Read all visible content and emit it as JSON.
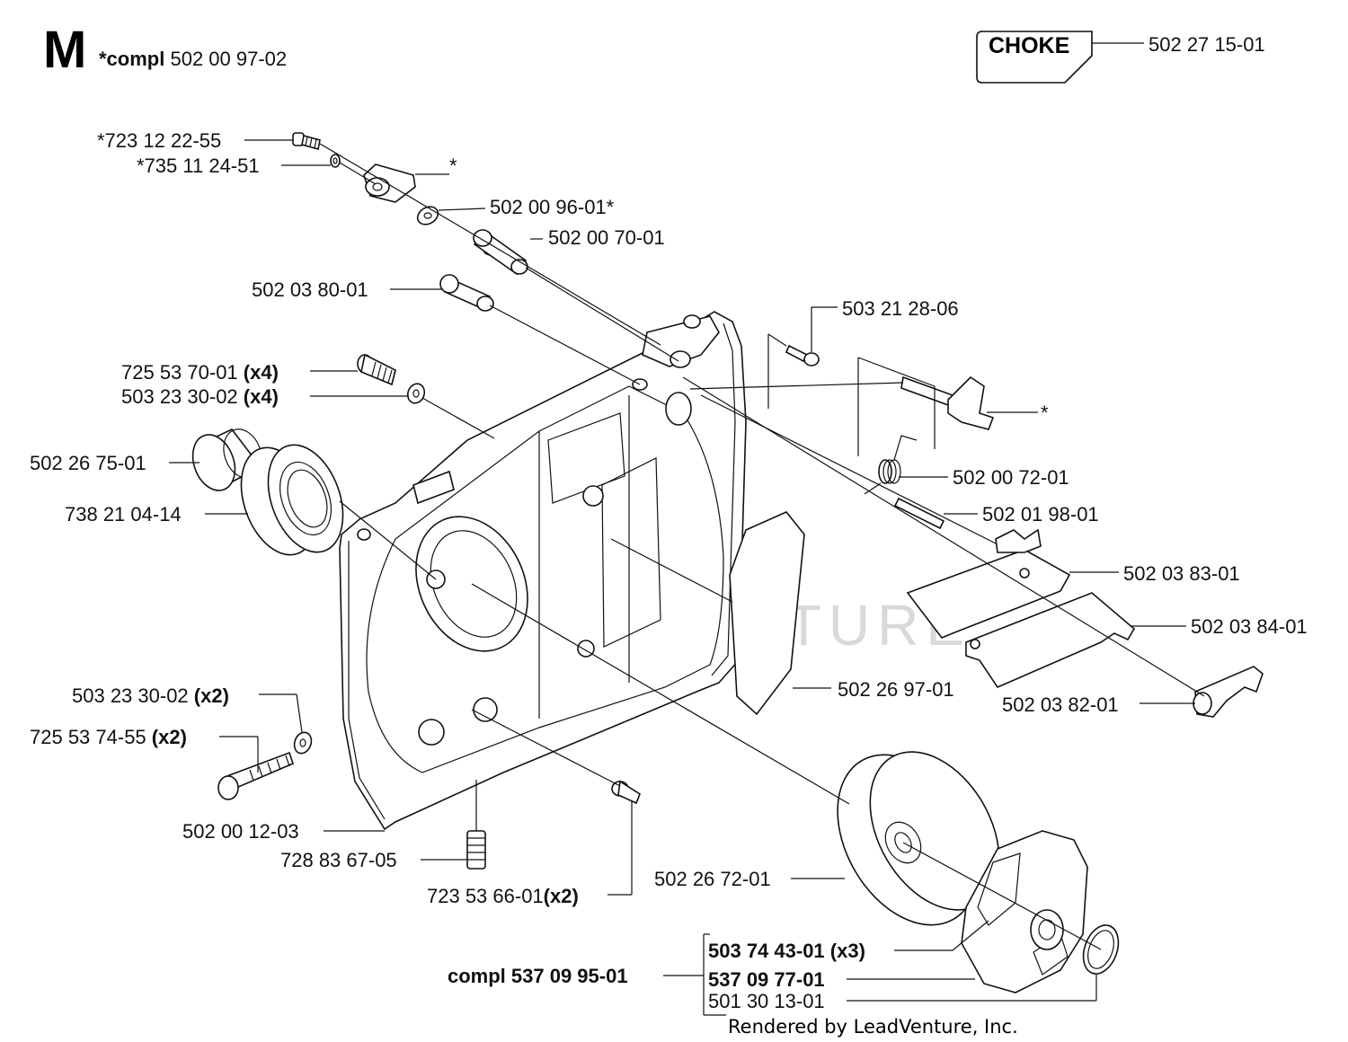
{
  "header": {
    "section_letter": "M",
    "compl_prefix": "*compl",
    "compl_number": "502 00 97-02"
  },
  "choke": {
    "label": "CHOKE",
    "part": "502 27 15-01"
  },
  "labels": {
    "l1": "*723 12 22-55",
    "l2": "*735 11 24-51",
    "star1": "*",
    "l3": "502 00 96-01*",
    "l4": "502 00 70-01",
    "l5": "502 03 80-01",
    "l6": "503 21 28-06",
    "l7_num": "725 53 70-01 ",
    "l7_qty": "(x4)",
    "l8_num": "503 23 30-02 ",
    "l8_qty": "(x4)",
    "star2": "*",
    "l9": "502 26 75-01",
    "l10": "502 00 72-01",
    "l11": "738 21 04-14",
    "l12": "502 01 98-01",
    "l13": "502 03 83-01",
    "l14": "502 03 84-01",
    "l15": "502 26 97-01",
    "l16": "502 03 82-01",
    "l17_num": "503 23 30-02 ",
    "l17_qty": "(x2)",
    "l18_num": "725 53 74-55 ",
    "l18_qty": "(x2)",
    "l19": "502 00 12-03",
    "l20": "728 83 67-05",
    "l21": "502 26 72-01",
    "l22_num": "723 53 66-01",
    "l22_qty": "(x2)",
    "l23": "503 74 43-01 (x3)",
    "l24": "compl 537 09 95-01",
    "l25": "537 09 77-01",
    "l26": "501 30 13-01"
  },
  "footer": {
    "rendered_by": "Rendered by LeadVenture, Inc."
  },
  "watermark": "LEADVENTURE"
}
